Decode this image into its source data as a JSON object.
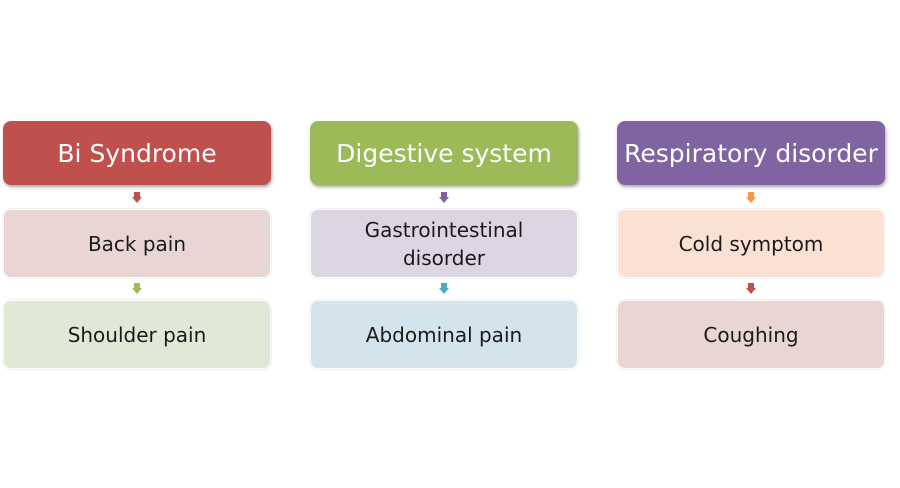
{
  "columns": [
    {
      "title": "Bi Syndrome",
      "items": [
        "Back pain",
        "Shoulder pain"
      ],
      "colors": {
        "header": "#c0504d",
        "item1": "#ead5d5",
        "item2": "#e1e9d6",
        "arrow1": "#c0504d",
        "arrow2": "#9bbb59"
      }
    },
    {
      "title": "Digestive system",
      "items": [
        "Gastrointestinal disorder",
        "Abdominal pain"
      ],
      "colors": {
        "header": "#9bbb59",
        "item1": "#dcd6e4",
        "item2": "#d3e4ec",
        "arrow1": "#8064a2",
        "arrow2": "#4bacc6"
      }
    },
    {
      "title": "Respiratory disorder",
      "items": [
        "Cold symptom",
        "Coughing"
      ],
      "colors": {
        "header": "#8064a2",
        "item1": "#fbe1d4",
        "item2": "#ead5d5",
        "arrow1": "#f79646",
        "arrow2": "#c0504d"
      }
    }
  ]
}
